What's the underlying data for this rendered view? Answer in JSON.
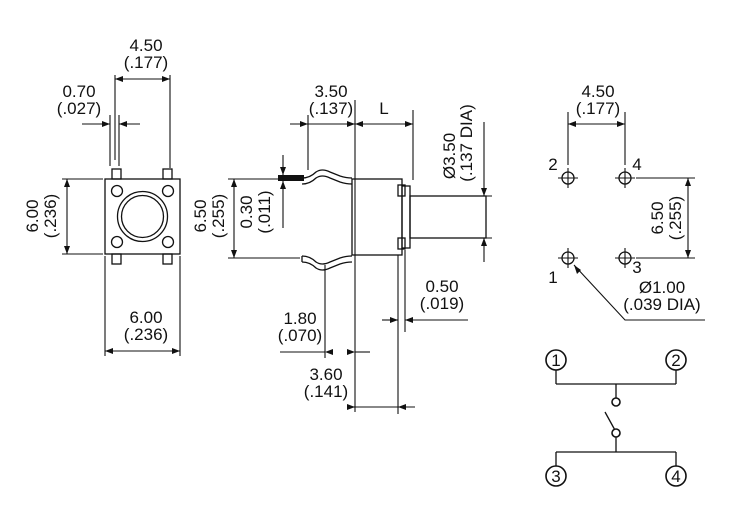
{
  "top_view": {
    "width_dim": "4.50",
    "width_dim_in": "(.177)",
    "lead_dim": "0.70",
    "lead_dim_in": "(.027)",
    "height_dim": "6.00",
    "height_dim_in": "(.236)",
    "body_dim": "6.00",
    "body_dim_in": "(.236)"
  },
  "side_view": {
    "dim_a": "3.50",
    "dim_a_in": "(.137)",
    "dim_L": "L",
    "dia_dim": "Ø3.50",
    "dia_dim_in": "(.137 DIA)",
    "height_dim": "6.50",
    "height_dim_in": "(.255)",
    "lead_thick": "0.30",
    "lead_thick_in": "(.011)",
    "gap_dim": "0.50",
    "gap_dim_in": "(.019)",
    "offset_dim": "1.80",
    "offset_dim_in": "(.070)",
    "depth_dim": "3.60",
    "depth_dim_in": "(.141)"
  },
  "footprint": {
    "pitch_x": "4.50",
    "pitch_x_in": "(.177)",
    "pitch_y": "6.50",
    "pitch_y_in": "(.255)",
    "hole_dia": "Ø1.00",
    "hole_dia_in": "(.039 DIA)",
    "pins": [
      "1",
      "2",
      "3",
      "4"
    ]
  },
  "schematic": {
    "pins": [
      "1",
      "2",
      "3",
      "4"
    ]
  }
}
